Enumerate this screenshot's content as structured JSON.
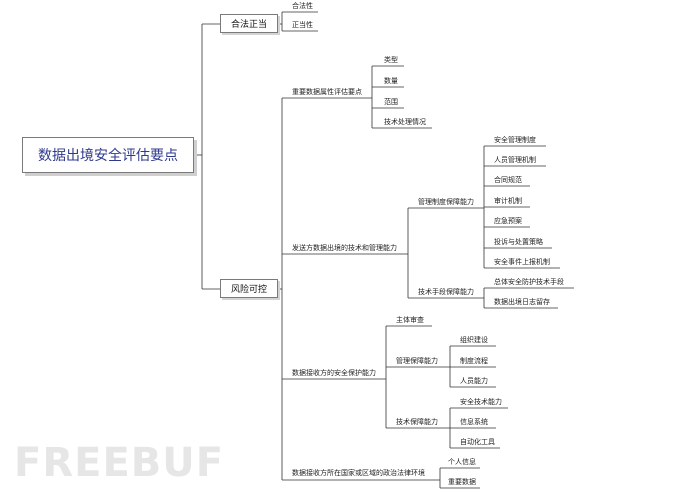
{
  "root": "数据出境安全评估要点",
  "watermark": "FREEBUF",
  "branches": {
    "legal": {
      "label": "合法正当",
      "children": [
        "合法性",
        "正当性"
      ]
    },
    "risk": {
      "label": "风险可控",
      "important_data": {
        "label": "重要数据属性评估要点",
        "children": [
          "类型",
          "数量",
          "范围",
          "技术处理情况"
        ]
      },
      "sender": {
        "label": "发送方数据出境的技术和管理能力",
        "mgmt": {
          "label": "管理制度保障能力",
          "children": [
            "安全管理制度",
            "人员管理机制",
            "合同规范",
            "审计机制",
            "应急预案",
            "投诉与处置策略",
            "安全事件上报机制"
          ]
        },
        "tech": {
          "label": "技术手段保障能力",
          "children": [
            "总体安全防护技术手段",
            "数据出境日志留存"
          ]
        }
      },
      "receiver": {
        "label": "数据接收方的安全保护能力",
        "subject": "主体审查",
        "mgmt": {
          "label": "管理保障能力",
          "children": [
            "组织建设",
            "制度流程",
            "人员能力"
          ]
        },
        "tech": {
          "label": "技术保障能力",
          "children": [
            "安全技术能力",
            "信息系统",
            "自动化工具"
          ]
        }
      },
      "law_env": {
        "label": "数据接收方所在国家或区域的政治法律环境",
        "children": [
          "个人信息",
          "重要数据"
        ]
      }
    }
  }
}
